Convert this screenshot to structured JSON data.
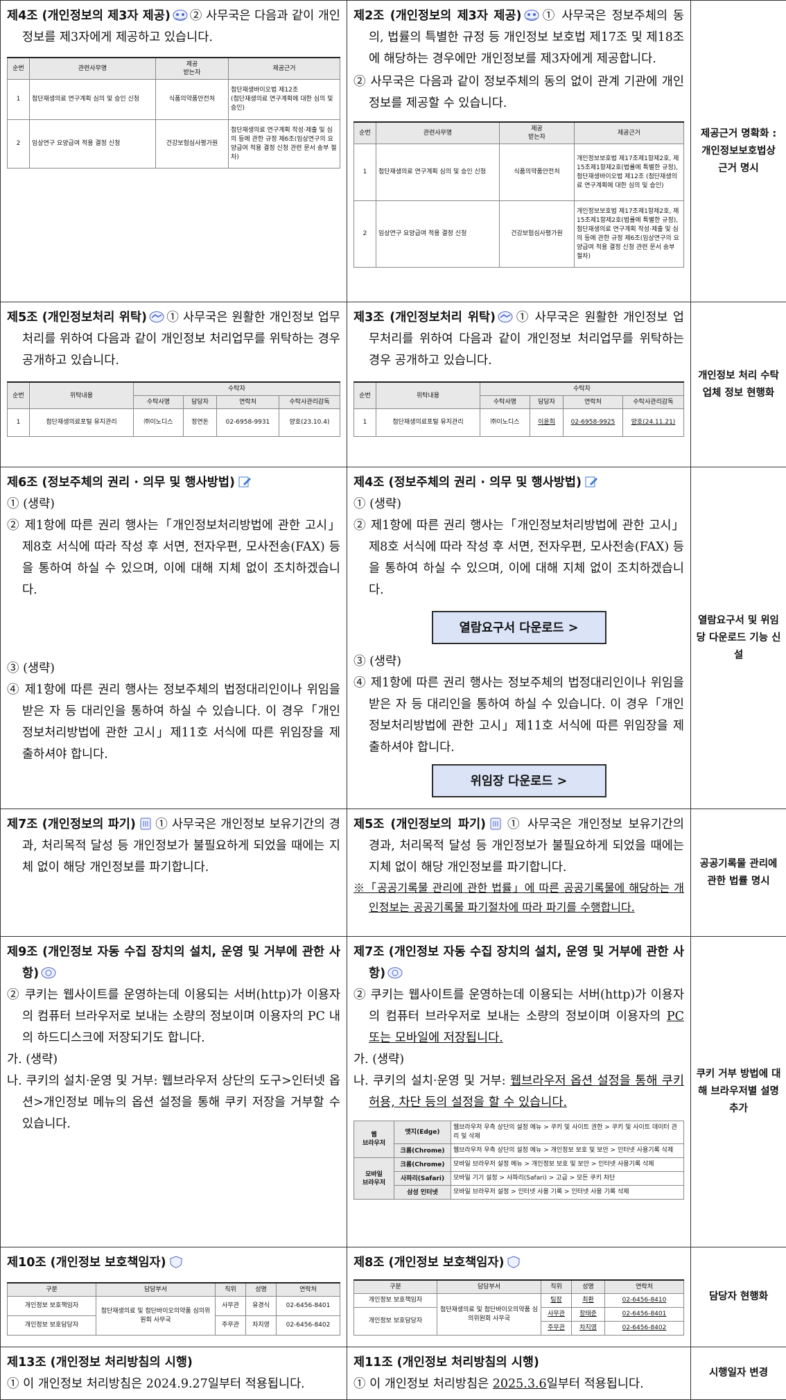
{
  "rows": [
    {
      "old": {
        "head_bold": "제4조 (개인정보의 제3자 제공)",
        "head_rest": "② 사무국은 다음과 같이 개인정보를 제3자에게 제공하고 있습니다.",
        "table": {
          "headers": [
            "순번",
            "관련사무명",
            "제공\n받는자",
            "제공근거"
          ],
          "rows": [
            [
              "1",
              "첨단재생의료 연구계획 심의 및 승인 신청",
              "식품의약품안전처",
              "첨단재생바이오법 제12조\n(첨단재생의료 연구계획에 대한 심의 및 승인)"
            ],
            [
              "2",
              "임상연구 요양급여 적용 결정 신청",
              "건강보험심사평가원",
              "첨단재생의료 연구계획 작성·제출 및 심의 등에 관한 규정 제6조(임상연구의 요양급여 적용 결정 신청 관련 문서 송부 절차)"
            ]
          ]
        }
      },
      "new": {
        "head_bold": "제2조 (개인정보의 제3자 제공)",
        "p1": "① 사무국은 정보주체의 동의, 법률의 특별한 규정 등 개인정보 보호법 제17조 및 제18조에 해당하는 경우에만 개인정보를 제3자에게 제공합니다.",
        "p2": "② 사무국은 다음과 같이 정보주체의 동의 없이 관계 기관에 개인정보를 제공할 수 있습니다.",
        "table": {
          "headers": [
            "순번",
            "관련사무명",
            "제공\n받는자",
            "제공근거"
          ],
          "rows": [
            [
              "1",
              "첨단재생의료 연구계획 심의 및 승인 신청",
              "식품의약품안전처",
              "개인정보보호법 제17조제1항제2호, 제15조제1항제2호(법률에 특별한 규정), 첨단재생바이오법 제12조 (첨단재생의료 연구계획에 대한 심의 및 승인)"
            ],
            [
              "2",
              "임상연구 요양급여 적용 결정 신청",
              "건강보험심사평가원",
              "개인정보보호법 제17조제1항제2호, 제15조제1항제2호(법률에 특별한 규정), 첨단재생의료 연구계획 작성·제출 및 심의 등에 관한 규정 제6조(임상연구의 요양급여 적용 결정 신청 관련 문서 송부 절차)"
            ]
          ]
        }
      },
      "note": "제공근거 명확화 : 개인정보보호법상 근거 명시"
    },
    {
      "old": {
        "head_bold": "제5조 (개인정보처리 위탁)",
        "head_rest": "① 사무국은 원활한 개인정보 업무처리를 위하여 다음과 같이 개인정보 처리업무를 위탁하는 경우 공개하고 있습니다.",
        "table": {
          "top_headers": [
            "순번",
            "위탁내용",
            "수탁자"
          ],
          "sub_headers": [
            "수탁사명",
            "담당자",
            "연락처",
            "수탁사관리감독"
          ],
          "row": [
            "1",
            "첨단재생의료포털 유지관리",
            "㈜이노디스",
            "정연돈",
            "02-6958-9931",
            "양호(23.10.4)"
          ]
        }
      },
      "new": {
        "head_bold": "제3조 (개인정보처리 위탁)",
        "head_rest": "① 사무국은 원활한 개인정보 업무처리를 위하여 다음과 같이 개인정보 처리업무를 위탁하는 경우 공개하고 있습니다.",
        "table": {
          "top_headers": [
            "순번",
            "위탁내용",
            "수탁자"
          ],
          "sub_headers": [
            "수탁사명",
            "담당자",
            "연락처",
            "수탁사관리감독"
          ],
          "row": [
            "1",
            "첨단재생의료포털 유지관리",
            "㈜이노디스",
            "이윤희",
            "02-6958-9925",
            "양호(24.11.21)"
          ]
        }
      },
      "note": "개인정보 처리 수탁업체 정보 현행화"
    },
    {
      "old": {
        "head_bold": "제6조 (정보주체의 권리 · 의무 및 행사방법)",
        "i1": "① (생략)",
        "i2": "② 제1항에 따른 권리 행사는「개인정보처리방법에 관한 고시」제8호 서식에 따라 작성 후 서면, 전자우편, 모사전송(FAX) 등을 통하여 하실 수 있으며, 이에 대해 지체 없이 조치하겠습니다.",
        "i3": "③ (생략)",
        "i4": "④ 제1항에 따른 권리 행사는 정보주체의 법정대리인이나 위임을 받은 자 등 대리인을 통하여 하실 수 있습니다. 이 경우「개인정보처리방법에 관한 고시」제11호 서식에 따른 위임장을 제출하셔야 합니다."
      },
      "new": {
        "head_bold": "제4조 (정보주체의 권리 · 의무 및 행사방법)",
        "i1": "① (생략)",
        "i2": "② 제1항에 따른 권리 행사는「개인정보처리방법에 관한 고시」제8호 서식에 따라 작성 후 서면, 전자우편, 모사전송(FAX) 등을 통하여 하실 수 있으며, 이에 대해 지체 없이 조치하겠습니다.",
        "btn1": "열람요구서 다운로드 >",
        "i3": "③ (생략)",
        "i4": "④ 제1항에 따른 권리 행사는 정보주체의 법정대리인이나 위임을 받은 자 등 대리인을 통하여 하실 수 있습니다. 이 경우「개인정보처리방법에 관한 고시」제11호 서식에 따른 위임장을 제출하셔야 합니다.",
        "btn2": "위임장 다운로드 >"
      },
      "note": "열람요구서 및 위임당 다운로드 기능 신설"
    },
    {
      "old": {
        "head_bold": "제7조 (개인정보의 파기)",
        "head_rest": "① 사무국은 개인정보 보유기간의 경과, 처리목적 달성 등 개인정보가 불필요하게 되었을 때에는 지체 없이 해당 개인정보를 파기합니다."
      },
      "new": {
        "head_bold": "제5조 (개인정보의 파기)",
        "head_rest": "① 사무국은 개인정보 보유기간의 경과, 처리목적 달성 등 개인정보가 불필요하게 되었을 때에는 지체 없이 해당 개인정보를 파기합니다.",
        "remark": "※「공공기록물 관리에 관한 법률」에 따른 공공기록물에 해당하는 개인정보는 공공기록물 파기절차에 따라 파기를 수행합니다."
      },
      "note": "공공기록물 관리에 관한 법률 명시"
    },
    {
      "old": {
        "head_bold": "제9조 (개인정보 자동 수집 장치의 설치, 운영 및 거부에 관한 사항)",
        "p1": "② 쿠키는 웹사이트를 운영하는데 이용되는 서버(http)가 이용자의 컴퓨터 브라우저로 보내는 소량의 정보이며 이용자의 PC 내의 하드디스크에 저장되기도 합니다.",
        "p2": "가. (생략)",
        "p3": "나. 쿠키의 설치·운영 및 거부: 웹브라우저 상단의 도구>인터넷 옵션>개인정보 메뉴의 옵션 설정을 통해 쿠키 저장을 거부할 수 있습니다."
      },
      "new": {
        "head_bold": "제7조 (개인정보 자동 수집 장치의 설치, 운영 및 거부에 관한 사항)",
        "p1a": "② 쿠키는 웹사이트를 운영하는데 이용되는 서버(http)가 이용자의 컴퓨터 브라우저로 보내는 소량의 정보이며 이용자의 ",
        "p1u": "PC 또는 모바일에 저장됩니다.",
        "p2": "가. (생략)",
        "p3a": "나. 쿠키의 설치·운영 및 거부: ",
        "p3u": "웹브라우저 옵션 설정을 통해 쿠키 허용, 차단 등의 설정을 할 수 있습니다.",
        "browsers": {
          "group1": "웹\n브라우저",
          "group2": "모바일\n브라우저",
          "rows": [
            [
              "엣지(Edge)",
              "웹브라우저 우측 상단의 설정 메뉴 > 쿠키 및 사이트 권한 > 쿠키 및 사이트 데이터 관리 및 삭제"
            ],
            [
              "크롬(Chrome)",
              "웹브라우저 우측 상단의 설정 메뉴 > 개인정보 보호 및 보안 > 인터넷 사용기록 삭제"
            ],
            [
              "크롬(Chrome)",
              "모바일 브라우저 설정 메뉴 > 개인정보 보호 및 보안 > 인터넷 사용기록 삭제"
            ],
            [
              "사파리(Safari)",
              "모바일 기기 설정 > 사파리(Safari) > 고급 > 모든 쿠키 차단"
            ],
            [
              "삼성 인터넷",
              "모바일 브라우저 설정 > 인터넷 사용 기록 > 인터넷 사용 기록 삭제"
            ]
          ]
        }
      },
      "note": "쿠키 거부 방법에 대해 브라우저별 설명 추가"
    },
    {
      "old": {
        "head_bold": "제10조 (개인정보 보호책임자)",
        "headers": [
          "구분",
          "담당부서",
          "직위",
          "성명",
          "연락처"
        ],
        "dept": "첨단재생의료 및 첨단바이오의약품 심의위원회 사무국",
        "rows": [
          [
            "개인정보 보호책임자",
            "사무관",
            "유경식",
            "02-6456-8401"
          ],
          [
            "개인정보 보호담당자",
            "주무관",
            "차지영",
            "02-6456-8402"
          ]
        ]
      },
      "new": {
        "head_bold": "제8조 (개인정보 보호책임자)",
        "headers": [
          "구분",
          "담당부서",
          "직위",
          "성명",
          "연락처"
        ],
        "dept": "첨단재생의료 및 첨단바이오의약품 심의위원회 사무국",
        "rows": [
          [
            "개인정보 보호책임자",
            "팀장",
            "최환",
            "02-6456-8410"
          ],
          [
            "개인정보 보호담당자",
            "사무관",
            "장태준",
            "02-6456-8401"
          ],
          [
            "",
            "주무관",
            "차지영",
            "02-6456-8402"
          ]
        ]
      },
      "note": "담당자 현행화"
    },
    {
      "old": {
        "head_bold": "제13조 (개인정보 처리방침의 시행)",
        "text": "① 이 개인정보 처리방침은 2024.9.27일부터 적용됩니다."
      },
      "new": {
        "head_bold": "제11조 (개인정보 처리방침의 시행)",
        "text_a": "① 이 개인정보 처리방침은 ",
        "text_u": "2025.3.6",
        "text_b": "일부터 적용됩니다."
      },
      "note": "시행일자 변경"
    }
  ]
}
